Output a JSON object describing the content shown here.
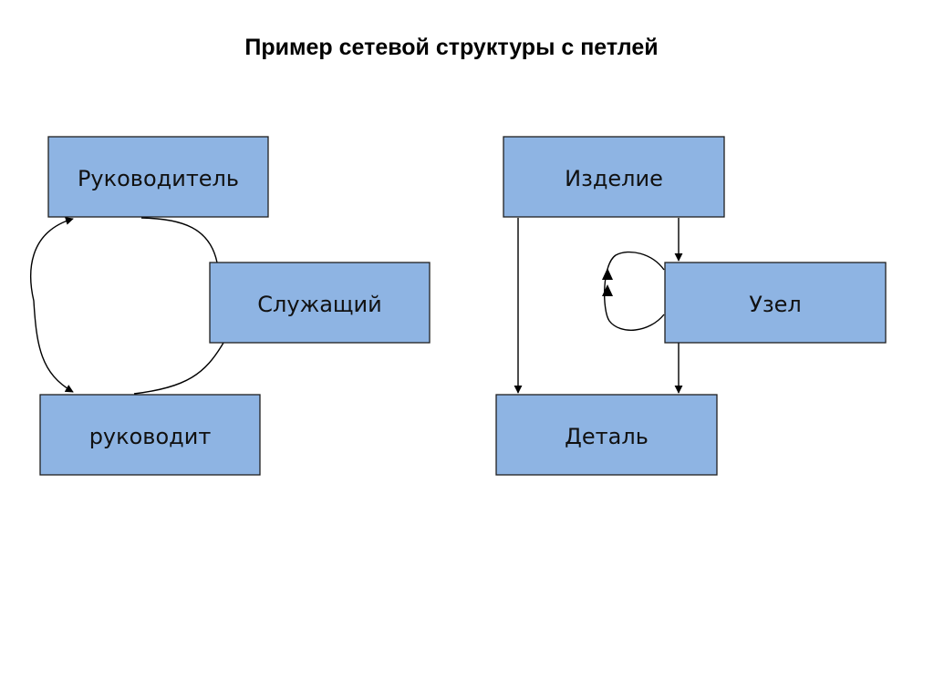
{
  "title": "Пример сетевой структуры с петлей",
  "diagram_left": {
    "nodes": {
      "manager": "Руководитель",
      "employee": "Служащий",
      "manages": "руководит"
    },
    "edges": [
      {
        "from": "manager",
        "to": "manages",
        "label": ""
      },
      {
        "from": "manages",
        "to": "manager",
        "label": ""
      },
      {
        "from": "manager",
        "to": "employee",
        "label": ""
      },
      {
        "from": "employee",
        "to": "manages",
        "label": ""
      }
    ]
  },
  "diagram_right": {
    "nodes": {
      "product": "Изделие",
      "assembly": "Узел",
      "part": "Деталь"
    },
    "edges": [
      {
        "from": "product",
        "to": "assembly",
        "label": ""
      },
      {
        "from": "product",
        "to": "part",
        "label": ""
      },
      {
        "from": "assembly",
        "to": "part",
        "label": ""
      },
      {
        "from": "assembly",
        "to": "assembly",
        "label": ""
      }
    ]
  },
  "colors": {
    "box_fill": "#8eb4e3",
    "box_border": "#1f1f1f",
    "line": "#000000"
  }
}
